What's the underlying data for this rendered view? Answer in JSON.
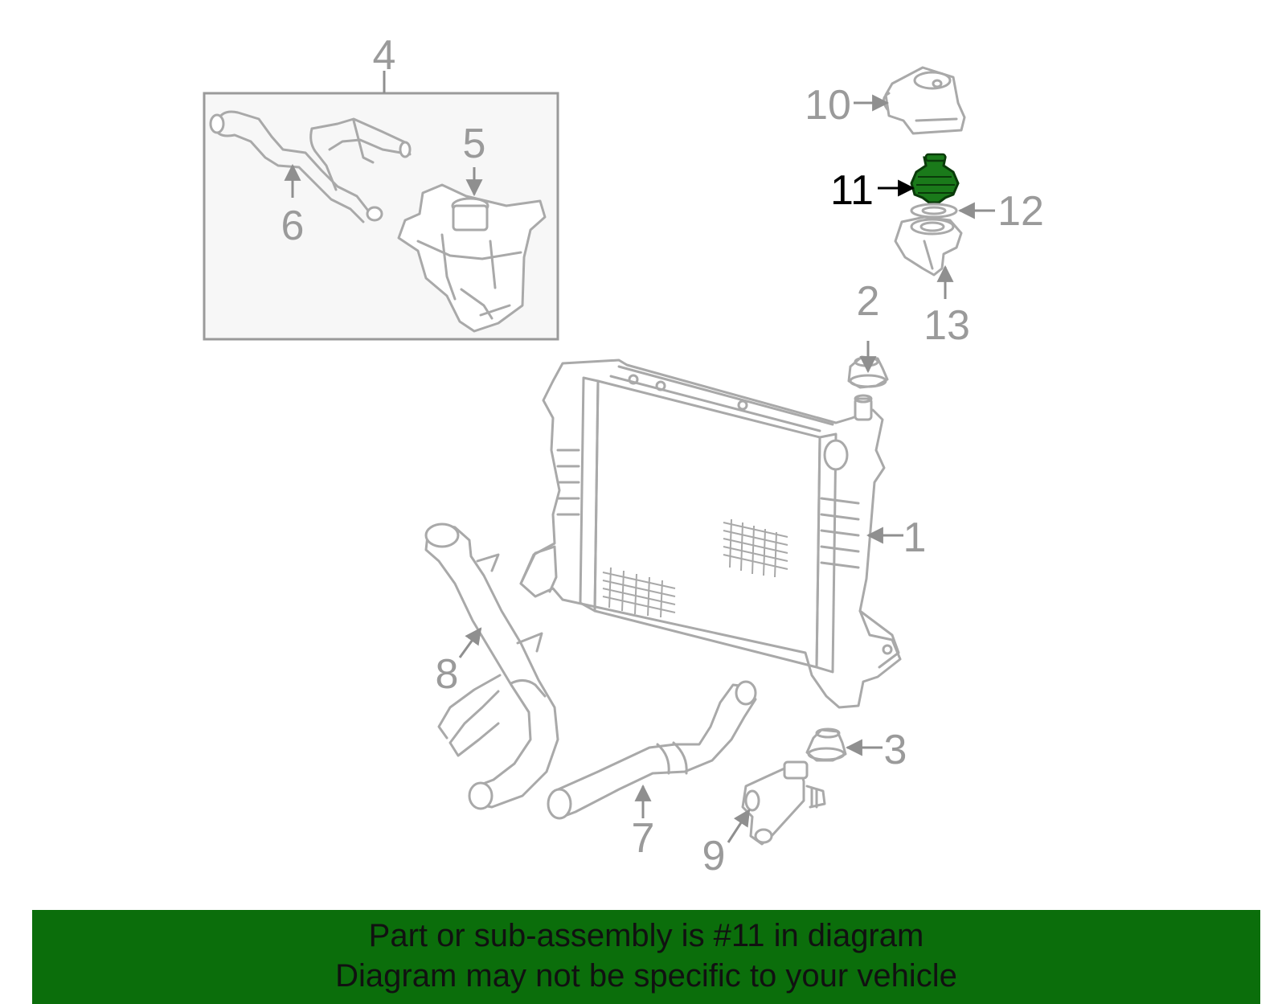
{
  "callouts": {
    "c1": "1",
    "c2": "2",
    "c3": "3",
    "c4": "4",
    "c5": "5",
    "c6": "6",
    "c7": "7",
    "c8": "8",
    "c9": "9",
    "c10": "10",
    "c11": "11",
    "c12": "12",
    "c13": "13"
  },
  "highlight": {
    "part_number": "11",
    "color": "#1a7a1a"
  },
  "colors": {
    "line_art": "#a9a9a9",
    "banner_background": "#0b6e0b",
    "banner_text": "#111111"
  },
  "banner": {
    "line1": "Part or sub-assembly is #11 in diagram",
    "line2": "Diagram may not be specific to your vehicle"
  }
}
